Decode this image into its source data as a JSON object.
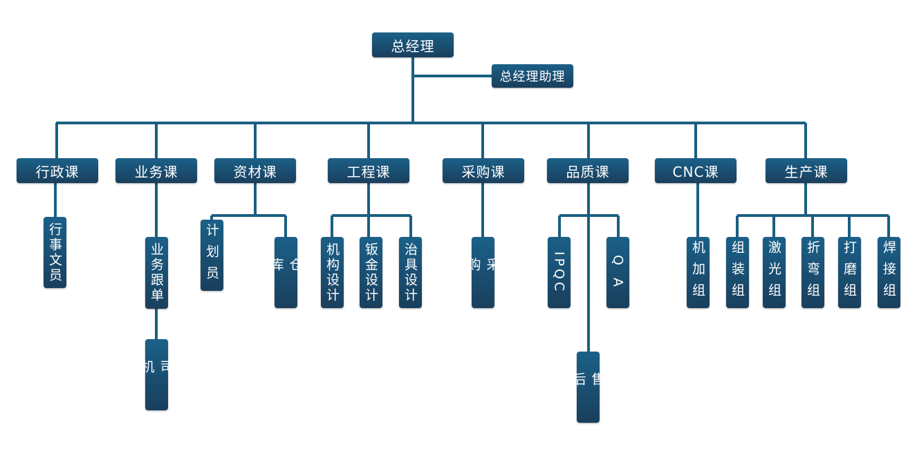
{
  "colors": {
    "box_top": "#1b6088",
    "box_bottom": "#1a3f5d",
    "line": "#1a5f80"
  },
  "top": {
    "gm": "总经理",
    "assistant": "总经理助理"
  },
  "departments": {
    "admin": {
      "label": "行政课",
      "children": [
        "行事文员"
      ]
    },
    "sales": {
      "label": "业务课",
      "children": [
        "业务跟单",
        "司机"
      ]
    },
    "materials": {
      "label": "资材课",
      "children": [
        "计划员",
        "仓库"
      ]
    },
    "engineering": {
      "label": "工程课",
      "children": [
        "机构设计",
        "钣金设计",
        "治具设计"
      ]
    },
    "purchasing": {
      "label": "采购课",
      "children": [
        "采购"
      ]
    },
    "quality": {
      "label": "品质课",
      "children": [
        "IPQC",
        "Q A",
        "售后"
      ]
    },
    "cnc": {
      "label": "CNC课",
      "children": [
        "机加组"
      ]
    },
    "production": {
      "label": "生产课",
      "children": [
        "组装组",
        "激光组",
        "折弯组",
        "打磨组",
        "焊接组"
      ]
    }
  }
}
